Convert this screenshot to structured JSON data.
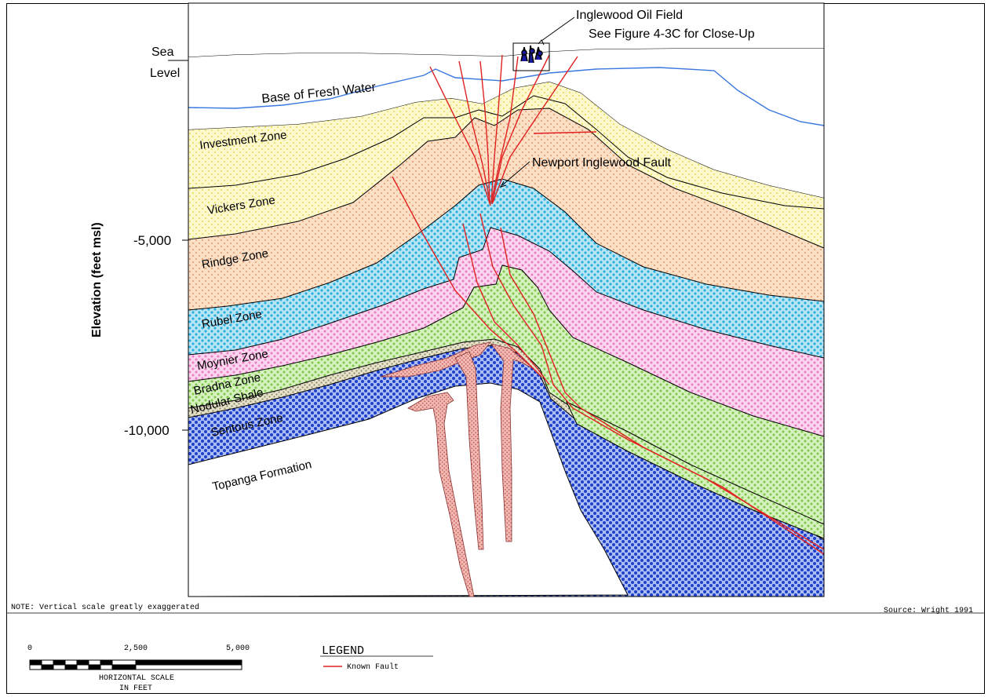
{
  "sea_level": [
    "Sea",
    "Level"
  ],
  "labels": {
    "base_fresh_water": "Base of Fresh Water",
    "oilfield_title": "Inglewood Oil Field",
    "oilfield_subtitle": "See Figure 4-3C for Close-Up",
    "fault": "Newport Inglewood Fault"
  },
  "y_axis": {
    "title": "Elevation (feet msl)",
    "ticks": [
      "-5,000",
      "-10,000"
    ]
  },
  "zones": [
    {
      "name": "Investment Zone",
      "color": "#fbf6b4"
    },
    {
      "name": "Vickers Zone",
      "color": "#fbf6b4"
    },
    {
      "name": "Rindge Zone",
      "color": "#f7caa2"
    },
    {
      "name": "Rubel Zone",
      "color": "#5ec2e6"
    },
    {
      "name": "Moynier Zone",
      "color": "#f3a6d6"
    },
    {
      "name": "Bradna Zone",
      "color": "#9fdc6c"
    },
    {
      "name": "Nodular Shale",
      "color": "#c9c4a3"
    },
    {
      "name": "Sentous Zone",
      "color": "#2e4fd0"
    },
    {
      "name": "Topanga Formation",
      "color": "#ffffff"
    }
  ],
  "notes": {
    "note": "NOTE: Vertical scale greatly exaggerated",
    "source": "Source: Wright 1991"
  },
  "scale": {
    "ticks": [
      "0",
      "2,500",
      "5,000"
    ],
    "title_line1": "HORIZONTAL SCALE",
    "title_line2": "IN FEET"
  },
  "legend": {
    "title": "LEGEND",
    "items": [
      {
        "label": "Known Fault",
        "color": "#e02020"
      }
    ]
  },
  "colors": {
    "fault": "#e02020",
    "fresh_water": "#3a78e0",
    "intrusion": "#e8a09a"
  }
}
